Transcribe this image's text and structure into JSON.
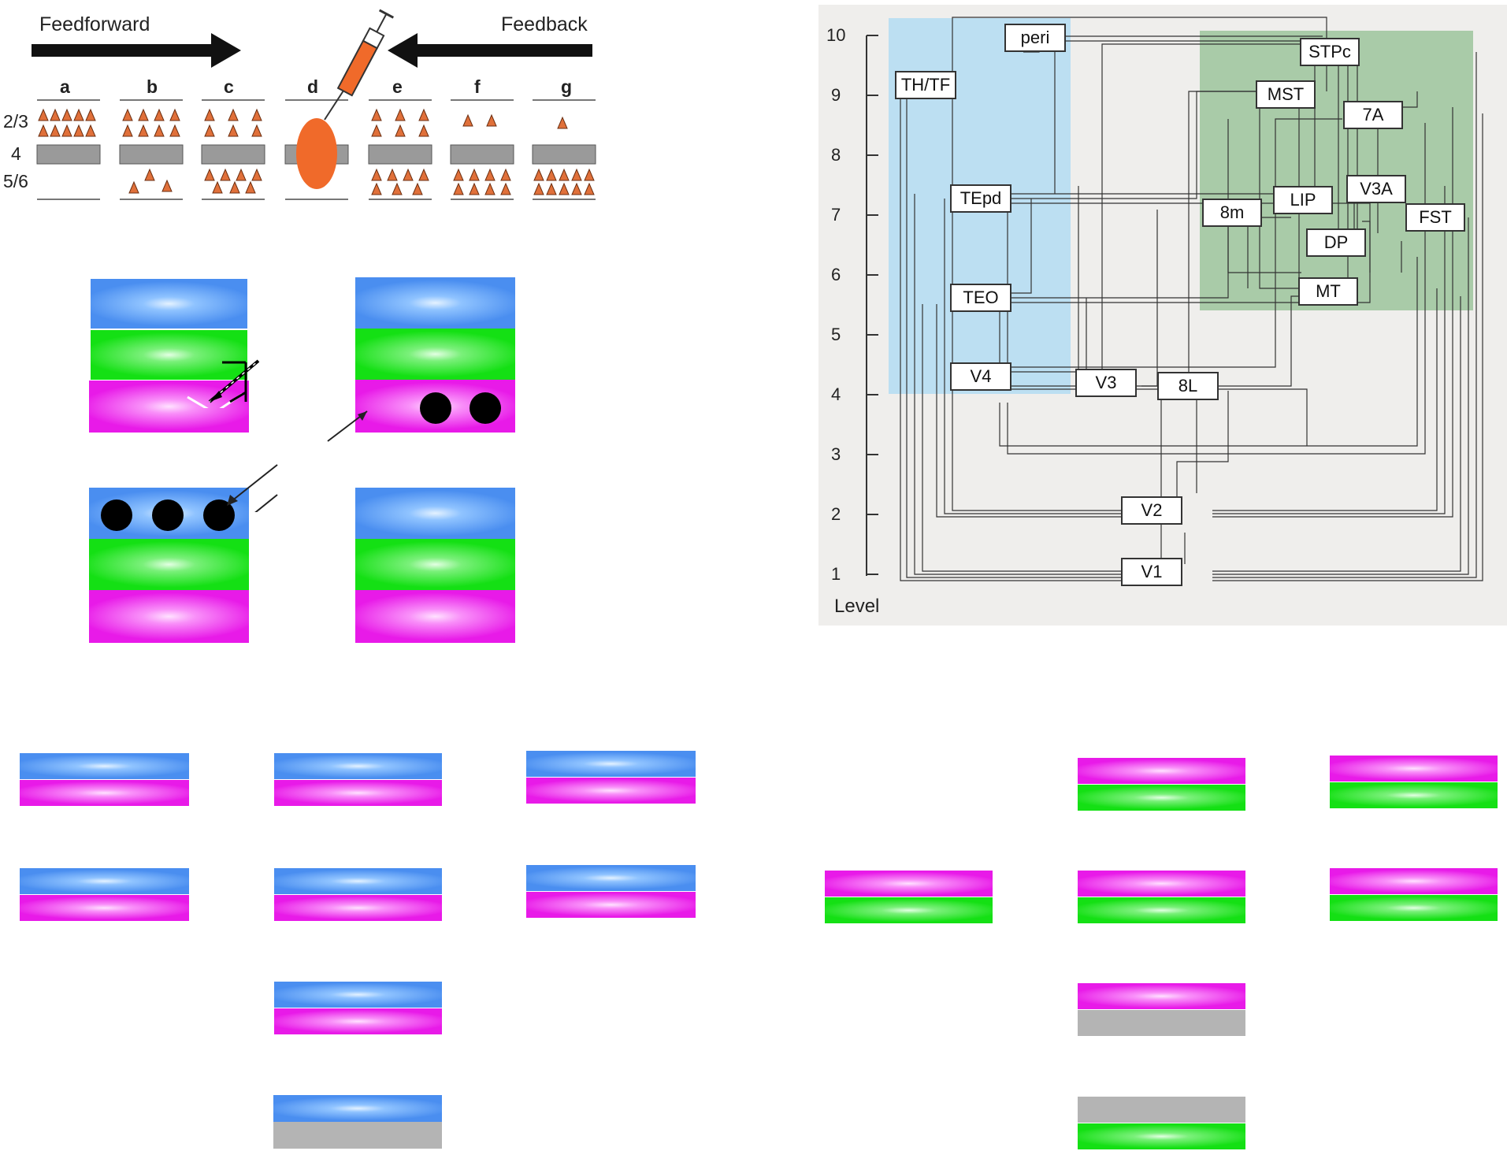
{
  "laminar_panel": {
    "feedforward_label": "Feedforward",
    "feedback_label": "Feedback",
    "columns": [
      "a",
      "b",
      "c",
      "d",
      "e",
      "f",
      "g"
    ],
    "layer_labels": [
      "2/3",
      "4",
      "5/6"
    ],
    "colors": {
      "neuron": "#e0703a",
      "layer4": "#9a9a9a",
      "injection": "#f06a2a",
      "arrow": "#111111"
    }
  },
  "hierarchy_panel": {
    "level_axis_label": "Level",
    "levels": [
      "10",
      "9",
      "8",
      "7",
      "6",
      "5",
      "4",
      "3",
      "2",
      "1"
    ],
    "areas": [
      "peri",
      "STPc",
      "TH/TF",
      "MST",
      "7A",
      "V3A",
      "TEpd",
      "8m",
      "LIP",
      "FST",
      "DP",
      "TEO",
      "MT",
      "V4",
      "V3",
      "8L",
      "V2",
      "V1"
    ],
    "colors": {
      "ventral_stream": "#bcdff2",
      "dorsal_stream": "#9cc49c",
      "background": "#efeeec"
    }
  },
  "layer_colors": {
    "blue": "#4a8ef0",
    "green": "#14e014",
    "magenta": "#e81ae8",
    "grey": "#b4b4b4"
  }
}
